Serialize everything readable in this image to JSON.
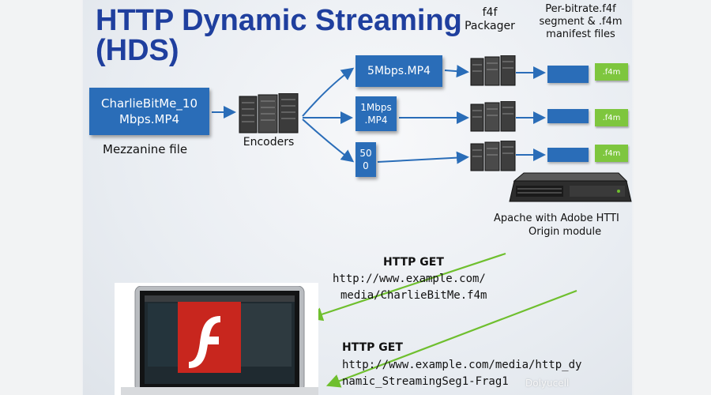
{
  "title_line1": "HTTP Dynamic Streaming",
  "title_line2": "(HDS)",
  "packager_l1": "f4f",
  "packager_l2": "Packager",
  "perbitrate_l1": "Per-bitrate.f4f",
  "perbitrate_l2": "segment & .f4m",
  "perbitrate_l3": "manifest files",
  "source_l1": "CharlieBitMe_10",
  "source_l2": "Mbps.MP4",
  "mezzanine": "Mezzanine file",
  "encoders": "Encoders",
  "bitrate1": "5Mbps.MP4",
  "bitrate2_l1": "1Mbps",
  "bitrate2_l2": ".MP4",
  "bitrate3_l1": "50",
  "bitrate3_l2": "0",
  "manifest_label": ".f4m",
  "apache_l1": "Apache with Adobe HTTI",
  "apache_l2": "Origin module",
  "get1_title": "HTTP GET",
  "get1_l1": "http://www.example.com/",
  "get1_l2": "media/CharlieBitMe.f4m",
  "get2_title": "HTTP GET",
  "get2_l1": "http://www.example.com/media/http_dy",
  "get2_l2": "namic_StreamingSeg1-Frag1",
  "watermark": "Dolyucell",
  "colors": {
    "title": "#1f3f9e",
    "box": "#2a6db8",
    "manifest": "#7ec63e",
    "arrow_blue": "#2a6db8",
    "arrow_green": "#6fbf2e",
    "flash_red": "#c8261e"
  }
}
